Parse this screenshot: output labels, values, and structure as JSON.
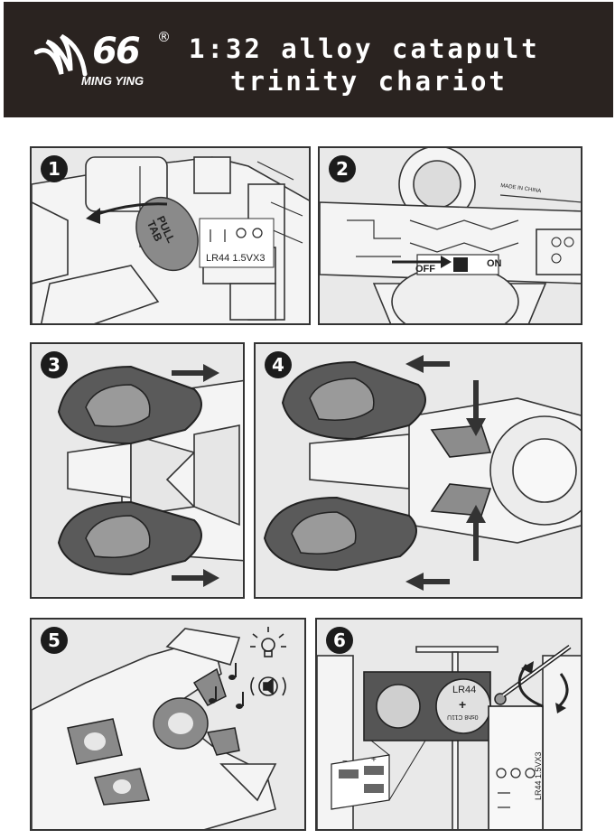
{
  "header": {
    "brand_number": "66",
    "brand_registered": "®",
    "brand_name": "MING YING",
    "title_line1": "1:32 alloy catapult",
    "title_line2": "trinity chariot"
  },
  "steps": [
    {
      "number": "1",
      "pull_tab": "PULL TAB",
      "battery_label": "LR44 1.5VX3"
    },
    {
      "number": "2",
      "switch_off": "OFF",
      "switch_on": "ON",
      "made_in": "MADE IN CHINA"
    },
    {
      "number": "3"
    },
    {
      "number": "4"
    },
    {
      "number": "5"
    },
    {
      "number": "6",
      "coin_cell": "LR44",
      "coin_cell_plus": "+",
      "coin_cell_back": "0sh8 C11U",
      "battery_label": "LR44 1.5VX3",
      "plus": "+",
      "minus": "−"
    }
  ],
  "colors": {
    "header_bg": "#2a2320",
    "panel_bg": "#e9e9e9",
    "ink": "#1c1c1c"
  },
  "icons": [
    "light-icon",
    "sound-icon",
    "music-note-icon",
    "arrow-icon",
    "screwdriver-icon",
    "rotate-icon"
  ]
}
